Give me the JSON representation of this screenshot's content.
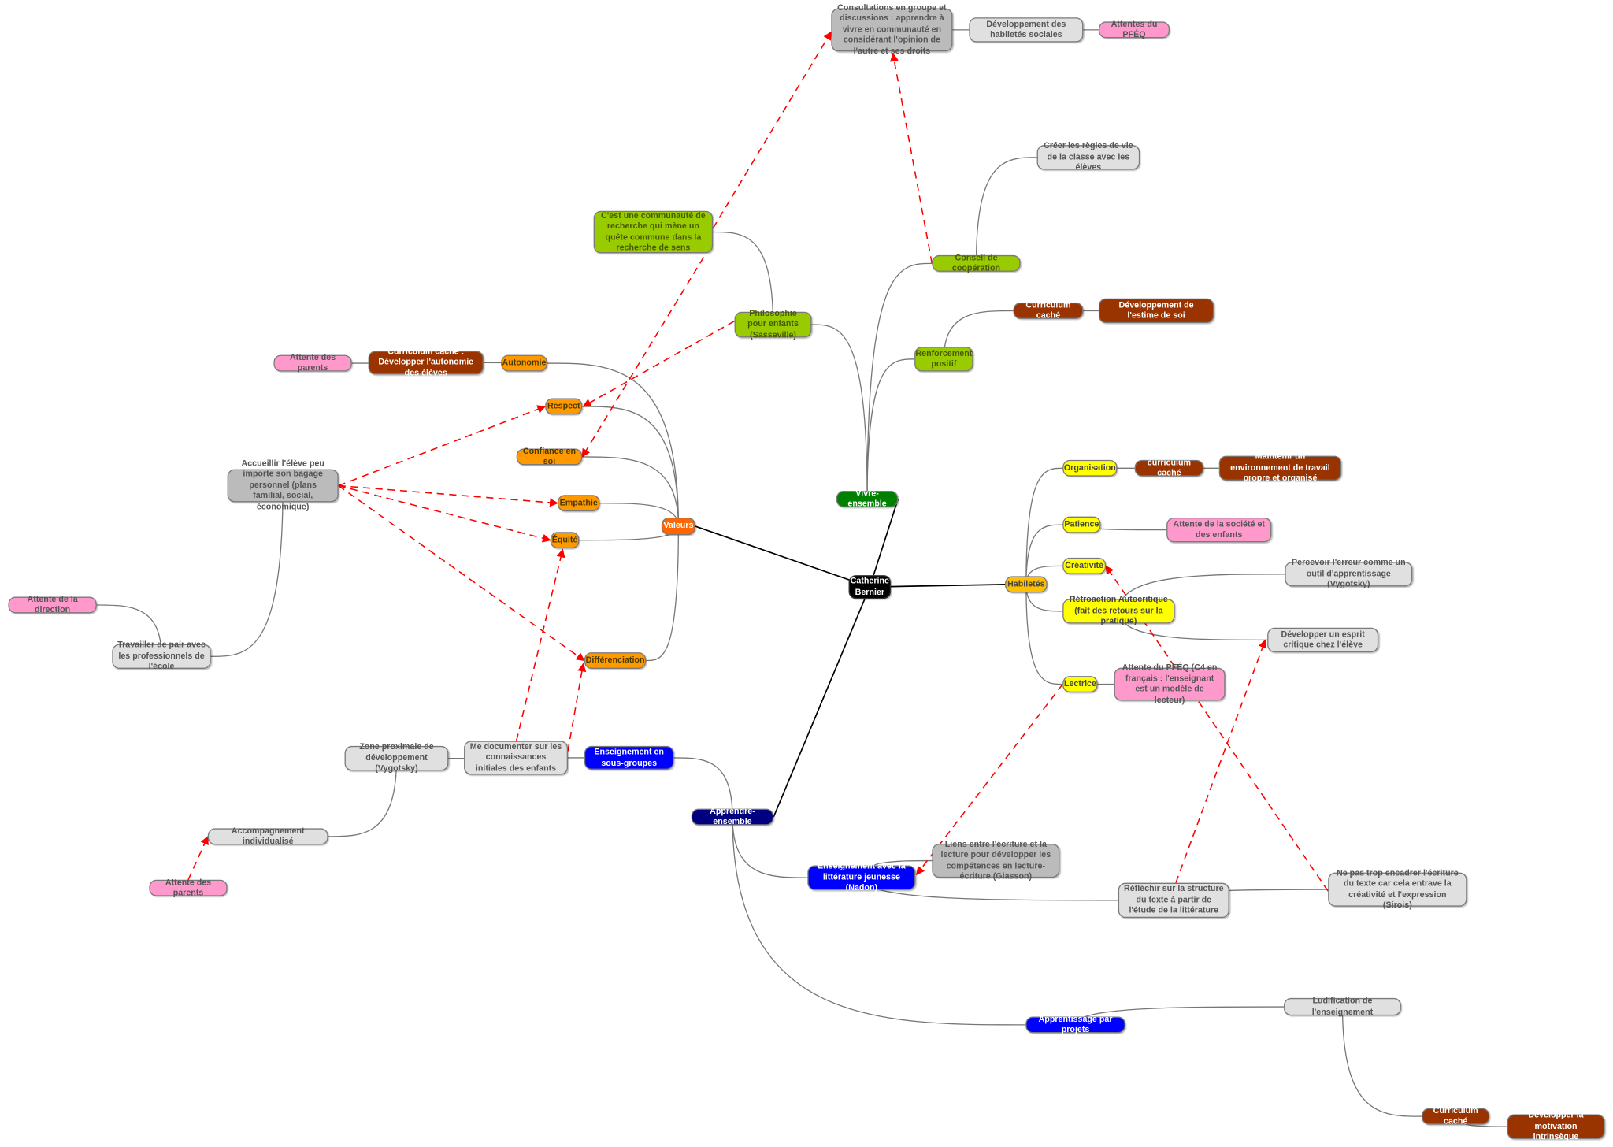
{
  "colors": {
    "root": "#000000",
    "vivre": "#008000",
    "valeurs": "#ff6600",
    "habiletes": "#ffc000",
    "apprendre": "#000080",
    "link": "#ff0000",
    "pink": "#ff99cc",
    "brown": "#993300"
  },
  "nodes": {
    "root": "Catherine Bernier",
    "vivre": "Vivre-ensemble",
    "valeurs": "Valeurs",
    "habiletes": "Habiletés",
    "apprendre": "Apprendre-ensemble",
    "conseil": "Conseil de coopération",
    "creer_regles": "Créer les règles de vie de la classe avec les élèves",
    "renforcement": "Renforcement positif",
    "curr_cache_1": "Curriculum caché",
    "estime": "Développement de l'estime de soi",
    "philo": "Philosophie pour enfants (Sasseville)",
    "communaute": "C'est une communauté de recherche qui mène un quête commune dans la recherche de sens",
    "consultations": "Consultations en groupe et discussions : apprendre à vivre en communauté en considérant l'opinion de l'autre et ses droits",
    "hab_sociales": "Développement des habiletés sociales",
    "attentes_pfeq": "Attentes du PFÉQ",
    "autonomie": "Autonomie",
    "curr_autonomie": "Curriculum caché : Développer l'autonomie des élèves",
    "attente_parents_1": "Attente des parents",
    "respect": "Respect",
    "confiance": "Confiance en soi",
    "empathie": "Empathie",
    "equite": "Équité",
    "differenciation": "Différenciation",
    "accueillir": "Accueillir l'élève peu importe son bagage personnel (plans familial, social, économique)",
    "travailler": "Travailler de pair avec les professionnels de l'école",
    "attente_direction": "Attente de la direction",
    "organisation": "Organisation",
    "curr_cache_2": "curriculum caché",
    "maintenir": "Maintenir un environnement de travail propre et organisé",
    "patience": "Patience",
    "attente_societe": "Attente de la société et des enfants",
    "creativite": "Créativité",
    "retroaction": "Rétroaction Autocritique (fait des retours sur la pratique)",
    "percevoir": "Percevoir l'erreur comme un outil d'apprentissage (Vygotsky)",
    "esprit_critique": "Développer un esprit critique chez l'élève",
    "lectrice": "Lectrice",
    "attente_pfeq_c4": "Attente du PFÉQ (C4 en français : l'enseignant est un modèle de lecteur)",
    "sous_groupes": "Enseignement en sous-groupes",
    "documenter": "Me documenter sur les connaissances initiales des enfants",
    "zone_proximale": "Zone proximale de développement (Vygotsky)",
    "accompagnement": "Accompagnement individualisé",
    "attente_parents_2": "Attente des parents",
    "litterature": "Enseignement avec la littérature jeunesse (Nadon)",
    "liens": "Liens entre l'écriture et la lecture pour développer les compétences en lecture-écriture (Giasson)",
    "reflechir": "Réfléchir sur la structure du texte à partir de l'étude de la littérature",
    "encadrer": "Ne pas trop encadrer l'écriture du texte car cela entrave la créativité et l'expression (Sirois)",
    "projets": "Apprentissage par projets",
    "ludification": "Ludification de l'enseignement",
    "curr_cache_3": "Curriculum caché",
    "motivation": "Développer la motivation intrinsèque"
  }
}
